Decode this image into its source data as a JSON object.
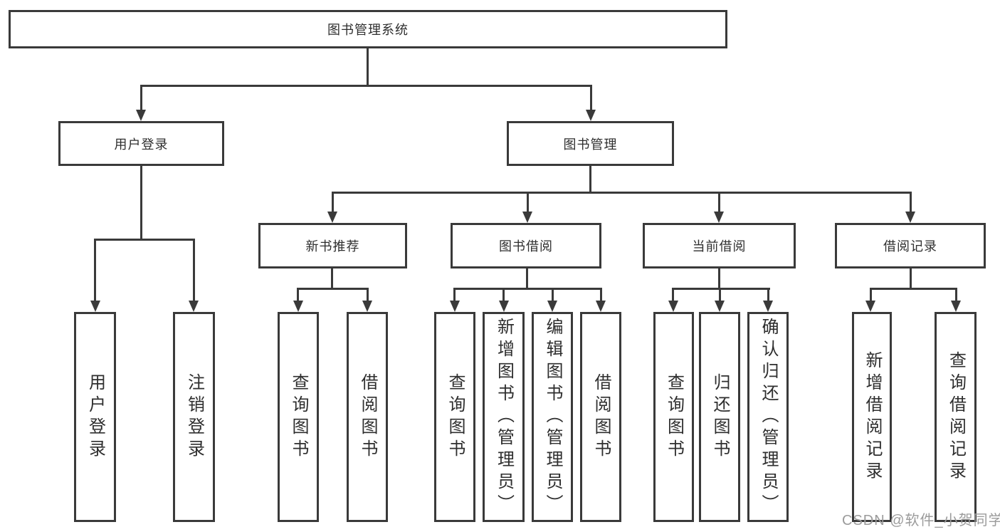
{
  "diagram": {
    "root": {
      "label": "图书管理系统"
    },
    "level2": [
      {
        "label": "用户登录"
      },
      {
        "label": "图书管理"
      }
    ],
    "level3": [
      {
        "label": "新书推荐"
      },
      {
        "label": "图书借阅"
      },
      {
        "label": "当前借阅"
      },
      {
        "label": "借阅记录"
      }
    ],
    "leaves": [
      {
        "label": "用户登录"
      },
      {
        "label": "注销登录"
      },
      {
        "label": "查询图书"
      },
      {
        "label": "借阅图书"
      },
      {
        "label": "查询图书"
      },
      {
        "label": "新增图书（管理员）"
      },
      {
        "label": "编辑图书（管理员）"
      },
      {
        "label": "借阅图书"
      },
      {
        "label": "查询图书"
      },
      {
        "label": "归还图书"
      },
      {
        "label": "确认归还（管理员）"
      },
      {
        "label": "新增借阅记录"
      },
      {
        "label": "查询借阅记录"
      }
    ]
  },
  "watermark": {
    "text": "CSDN @软件_小贺同学"
  },
  "colors": {
    "line": "#3a3a3a",
    "text": "#2e2e2e",
    "watermark": "#9b9b9b",
    "background": "#ffffff"
  }
}
